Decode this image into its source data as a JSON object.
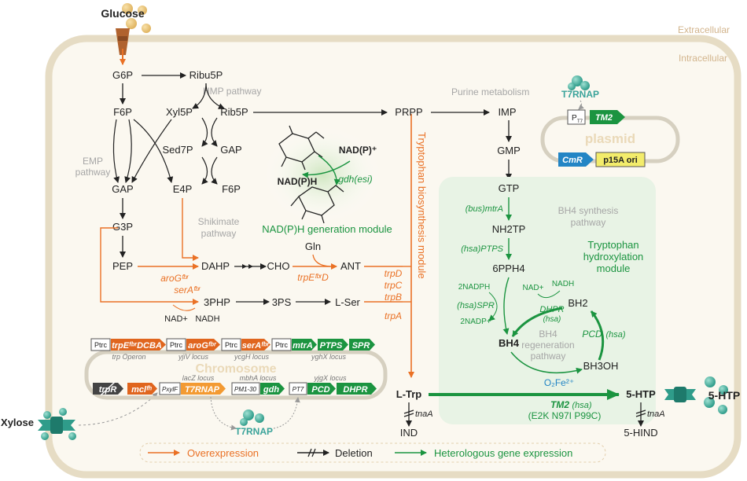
{
  "colors": {
    "orange": "#ea7125",
    "green": "#1b9440",
    "gray": "#a6a6a6",
    "teal": "#3aa39a",
    "cell_fill": "#fbf8f0",
    "cell_border": "#e6dcc4",
    "module_fill": "#e8f3e5",
    "ori_fill": "#f3ec6b"
  },
  "compartments": {
    "extracellular": "Extracellular",
    "intracellular": "Intracellular"
  },
  "inputs": {
    "glucose": "Glucose",
    "xylose": "Xylose"
  },
  "metabolites": {
    "g6p": "G6P",
    "ribu5p": "Ribu5P",
    "f6p": "F6P",
    "xyl5p": "Xyl5P",
    "rib5p": "Rib5P",
    "sed7p": "Sed7P",
    "gap_ppp": "GAP",
    "gap": "GAP",
    "e4p": "E4P",
    "f6p_ppp": "F6P",
    "g3p": "G3P",
    "pep": "PEP",
    "dahp": "DAHP",
    "cho": "CHO",
    "gln": "Gln",
    "ant": "ANT",
    "p3hp": "3PHP",
    "p3ps": "3PS",
    "lser": "L-Ser",
    "prpp": "PRPP",
    "imp": "IMP",
    "gmp": "GMP",
    "gtp": "GTP",
    "nh2tp": "NH2TP",
    "p6pph4": "6PPH4",
    "bh4": "BH4",
    "bh2": "BH2",
    "bh3oh": "BH3OH",
    "ltrp": "L-Trp",
    "ind": "IND",
    "htp": "5-HTP",
    "hind": "5-HIND",
    "htp_out": "5-HTP"
  },
  "pathways": {
    "hmp": "HMP pathway",
    "emp_1": "EMP",
    "emp_2": "pathway",
    "shikimate_1": "Shikimate",
    "shikimate_2": "pathway",
    "purine": "Purine metabolism",
    "bh4_synth_1": "BH4 synthesis",
    "bh4_synth_2": "pathway",
    "bh4_regen_1": "BH4",
    "bh4_regen_2": "regeneration",
    "bh4_regen_3": "pathway"
  },
  "modules": {
    "nadph": "NAD(P)H generation module",
    "trp_biosynthesis": "Tryptophan biosynthesis module",
    "hydrox_1": "Tryptophan",
    "hydrox_2": "hydroxylation",
    "hydrox_3": "module"
  },
  "cofactors": {
    "nadp_plus": "NAD(P)⁺",
    "nadph": "NAD(P)H",
    "nad_plus": "NAD+",
    "nadh": "NADH",
    "nadh_bh": "NADH",
    "nad_plus_bh": "NAD+",
    "two_nadph": "2NADPH",
    "two_nadp": "2NADP+",
    "o2fe": "O₂Fe²⁺"
  },
  "enzymes": {
    "gdh": "gdh(esi)",
    "aroG": "aroGᶠᵇʳ",
    "trpED": "trpEᶠᵇʳD",
    "serA": "serAᶠᵇʳ",
    "trpD": "trpD",
    "trpC": "trpC",
    "trpB": "trpB",
    "trpA": "trpA",
    "mtrA": "(bus)mtrA",
    "ptps": "(hsa)PTPS",
    "spr": "(hsa)SPR",
    "dhpr_1": "DHPR",
    "dhpr_2": "(hsa)",
    "pcd": "PCD",
    "pcd_hsa": "(hsa)",
    "tm2": "TM2",
    "tm2_hsa": "(hsa)",
    "tm2_mut": "(E2K N97I P99C)",
    "tnaA": "tnaA",
    "tnaA_2": "tnaA"
  },
  "plasmid": {
    "title": "plasmid",
    "promoter": "P",
    "promoter_sub": "T7",
    "tm2": "TM2",
    "cmr": "CmR",
    "ori": "p15A ori",
    "t7rnap": "T7RNAP"
  },
  "chromosome": {
    "title": "Chromosome",
    "trp_operon": "trp Operon",
    "yjiv": "yjiV locus",
    "ycgh": "ycgH locus",
    "yghx": "yghX locus",
    "lacz": "lacZ locus",
    "mbha": "mbhA locus",
    "yjgx": "yjgX locus",
    "genes": {
      "ptrc1": "Ptrc",
      "trpE": "trpEᶠᵇʳDCBA",
      "ptrc2": "Ptrc",
      "aroG": "aroGᶠᵇʳ",
      "ptrc3": "Ptrc",
      "serA": "serAᶠᵇʳ",
      "ptrc4": "Ptrc",
      "mtrA": "mtrA",
      "ptps": "PTPS",
      "spr": "SPR",
      "trpR": "trpR",
      "mcl": "mclᶠʰ",
      "pxylf": "PxylF",
      "t7rnap": "T7RNAP",
      "pm130": "PM1-30",
      "gdh": "gdh",
      "pt7": "PT7",
      "pcd": "PCD",
      "dhpr": "DHPR"
    },
    "t7rnap_below": "T7RNAP"
  },
  "legend": {
    "overexpression": "Overexpression",
    "deletion": "Deletion",
    "heterologous": "Heterologous gene expression"
  }
}
